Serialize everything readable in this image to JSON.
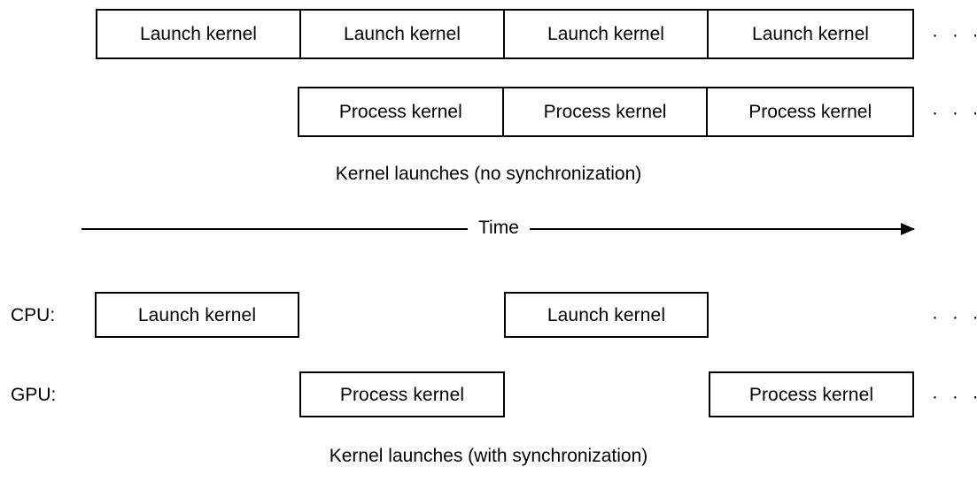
{
  "figure": {
    "title_top": "Kernel launches (no synchronization)",
    "title_bottom": "Kernel launches (with synchronization)",
    "ellipsis_glyph": "· · ·",
    "colors": {
      "stroke": "#000000",
      "background": "#ffffff",
      "text": "#000000"
    }
  },
  "panel_no_sync": {
    "cpu_strip": {
      "cells": [
        {
          "label": "Launch kernel"
        },
        {
          "label": "Launch kernel"
        },
        {
          "label": "Launch kernel"
        },
        {
          "label": "Launch kernel"
        }
      ],
      "continuation": "· · ·"
    },
    "gpu_strip": {
      "cells": [
        {
          "label": "Process kernel"
        },
        {
          "label": "Process kernel"
        },
        {
          "label": "Process kernel"
        }
      ],
      "continuation": "· · ·"
    },
    "caption": "Kernel launches (no synchronization)"
  },
  "time_axis": {
    "label": "Time",
    "direction": "left-to-right"
  },
  "panel_sync": {
    "cpu_row": {
      "row_label": "CPU:",
      "boxes": [
        {
          "label": "Launch kernel"
        },
        {
          "label": "Launch kernel"
        }
      ],
      "continuation": "· · ·"
    },
    "gpu_row": {
      "row_label": "GPU:",
      "boxes": [
        {
          "label": "Process kernel"
        },
        {
          "label": "Process kernel"
        }
      ],
      "continuation": "· · ·"
    },
    "caption": "Kernel launches (with synchronization)"
  }
}
